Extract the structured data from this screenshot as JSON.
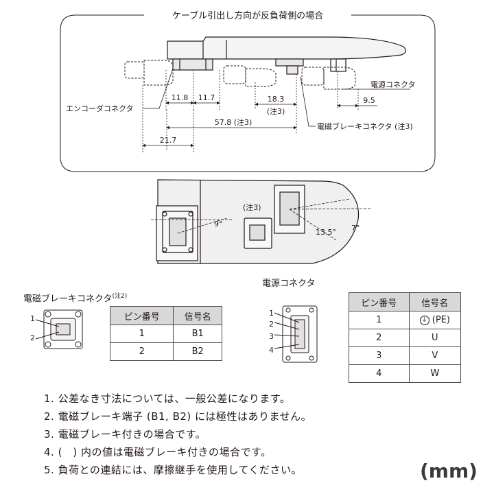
{
  "top_view": {
    "title": "ケーブル引出し方向が反負荷側の場合",
    "labels": {
      "encoder_connector": "エンコーダコネクタ",
      "power_connector": "電源コネクタ",
      "brake_connector": "電磁ブレーキコネクタ (注3)"
    },
    "dims": {
      "d1": "11.8",
      "d2": "11.7",
      "d3": "18.3",
      "d3_note": "(注3)",
      "d4": "9.5",
      "d5": "57.8 (注3)",
      "d6": "21.7"
    }
  },
  "front_view": {
    "note3": "(注3)",
    "angle_9": "9°",
    "angle_13_5": "13.5°",
    "angle_7": "7°"
  },
  "brake_connector": {
    "title": "電磁ブレーキコネクタ",
    "title_note": "(注2)",
    "pin_labels": [
      "1",
      "2"
    ],
    "table": {
      "headers": [
        "ピン番号",
        "信号名"
      ],
      "rows": [
        [
          "1",
          "B1"
        ],
        [
          "2",
          "B2"
        ]
      ]
    }
  },
  "power_connector": {
    "title": "電源コネクタ",
    "pin_labels": [
      "1",
      "2",
      "3",
      "4"
    ],
    "table": {
      "headers": [
        "ピン番号",
        "信号名"
      ],
      "rows": [
        [
          "1",
          "(PE)"
        ],
        [
          "2",
          "U"
        ],
        [
          "3",
          "V"
        ],
        [
          "4",
          "W"
        ]
      ]
    }
  },
  "notes": [
    "1. 公差なき寸法については、一般公差になります。",
    "2. 電磁ブレーキ端子 (B1, B2) には極性はありません。",
    "3. 電磁ブレーキ付きの場合です。",
    "4. (　) 内の値は電磁ブレーキ付きの場合です。",
    "5. 負荷との連結には、摩擦継手を使用してください。"
  ],
  "unit": "(mm)"
}
